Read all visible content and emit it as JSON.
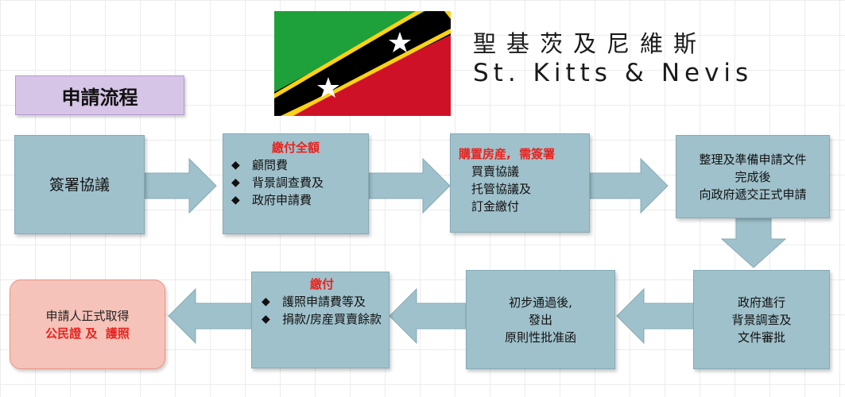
{
  "header": {
    "title": "申請流程",
    "country_cn": "聖基茨及尼維斯",
    "country_en": "St. Kitts & Nevis",
    "flag": {
      "icon": "st-kitts-nevis-flag",
      "colors": {
        "green": "#1ea13a",
        "red": "#ce1126",
        "yellow": "#fcd116",
        "black": "#000000",
        "star": "#ffffff"
      }
    }
  },
  "steps": [
    {
      "id": 1,
      "text": "簽署協議"
    },
    {
      "id": 2,
      "heading": "繳付全額",
      "bullets": [
        "顧問費",
        "背景調查費及",
        "政府申請費"
      ]
    },
    {
      "id": 3,
      "heading": "購置房産,  需簽署",
      "lines": [
        "買賣協議",
        "托管協議及",
        "訂金繳付"
      ]
    },
    {
      "id": 4,
      "lines": [
        "整理及準備申請文件",
        "完成後",
        "向政府遞交正式申請"
      ]
    },
    {
      "id": 5,
      "lines": [
        "政府進行",
        "背景調查及",
        "文件審批"
      ]
    },
    {
      "id": 6,
      "lines": [
        "初步通過後,",
        "發出",
        "原則性批准函"
      ]
    },
    {
      "id": 7,
      "heading": "繳付",
      "bullets": [
        "護照申請費等及",
        "捐款/房産買賣餘款"
      ]
    },
    {
      "id": 8,
      "line1": "申請人正式取得",
      "line2": "公民證 及  護照"
    }
  ],
  "bullet_symbol": "◆",
  "colors": {
    "box": "#9fc1cb",
    "arrow": "#9fc1cb",
    "accent": "#e8231f",
    "title_bg": "#d6c5e6",
    "final_bg": "#f5c3b9"
  }
}
